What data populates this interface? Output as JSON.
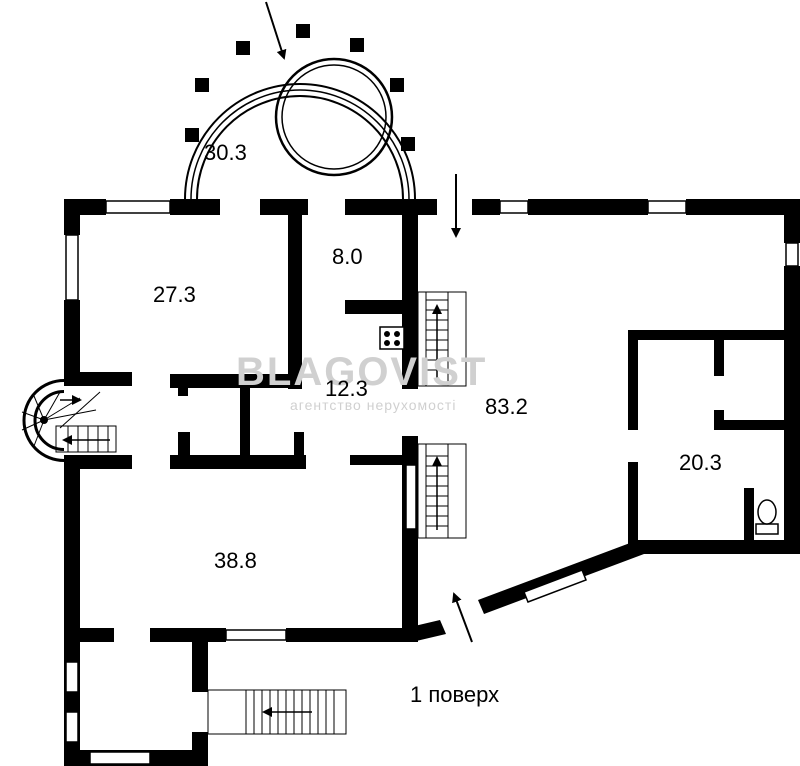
{
  "rooms": [
    {
      "id": "r-30-3",
      "area": "30.3"
    },
    {
      "id": "r-8-0",
      "area": "8.0"
    },
    {
      "id": "r-27-3",
      "area": "27.3"
    },
    {
      "id": "r-12-3",
      "area": "12.3"
    },
    {
      "id": "r-83-2",
      "area": "83.2"
    },
    {
      "id": "r-20-3",
      "area": "20.3"
    },
    {
      "id": "r-38-8",
      "area": "38.8"
    }
  ],
  "floor_label": "1 поверх",
  "watermark": {
    "name": "BLAGOVIST",
    "subtitle": "агентство нерухомості"
  },
  "colors": {
    "wall": "#000000",
    "background": "#ffffff",
    "watermark": "#d0d0d0"
  }
}
